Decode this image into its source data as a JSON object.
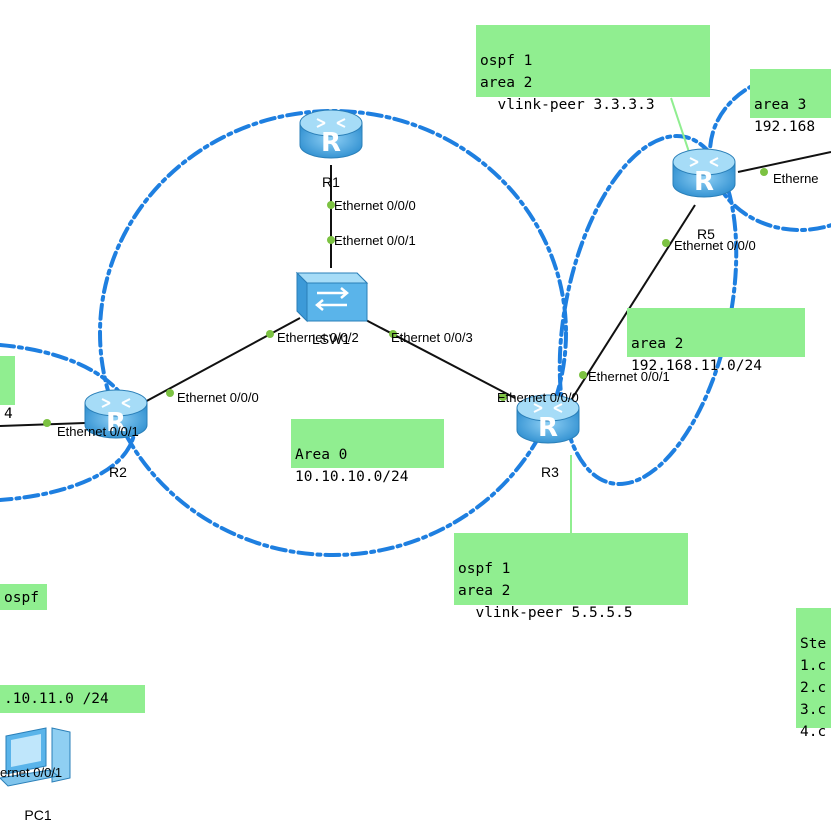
{
  "colors": {
    "area_ring": "#1e7fe0",
    "note_bg": "#90ee90",
    "link": "#111111",
    "port_dot": "#7cc242",
    "router_body": "#5ab4ea",
    "router_top": "#a6dcf7"
  },
  "devices": {
    "r1": {
      "label": "R1",
      "icon": "router-icon",
      "glyph": "R"
    },
    "r2": {
      "label": "R2",
      "icon": "router-icon",
      "glyph": "R"
    },
    "r3": {
      "label": "R3",
      "icon": "router-icon",
      "glyph": "R"
    },
    "r5": {
      "label": "R5",
      "icon": "router-icon",
      "glyph": "R"
    },
    "lsw1": {
      "label": "LSW1",
      "icon": "switch-icon"
    },
    "pc1": {
      "label": "PC1",
      "icon": "pc-icon"
    }
  },
  "ports": {
    "r1_down": "Ethernet 0/0/0",
    "lsw1_up": "Ethernet 0/0/1",
    "lsw1_left": "Ethernet 0/0/2",
    "lsw1_right": "Ethernet 0/0/3",
    "r2_right": "Ethernet 0/0/0",
    "r2_left": "Ethernet 0/0/1",
    "r3_left": "Ethernet 0/0/0",
    "r3_up": "Ethernet 0/0/1",
    "r5_down": "Ethernet 0/0/0",
    "r5_right": "Etherne",
    "pc1_port": "ernet 0/0/1"
  },
  "notes": {
    "r5_config": {
      "lines": [
        "ospf 1",
        "area 2",
        "  vlink-peer 3.3.3.3"
      ]
    },
    "area3": {
      "lines": [
        "area 3",
        "192.168"
      ]
    },
    "area2": {
      "lines": [
        "area 2",
        "192.168.11.0/24"
      ]
    },
    "area0": {
      "lines": [
        "Area 0",
        "10.10.10.0/24"
      ]
    },
    "r3_config": {
      "lines": [
        "ospf 1",
        "area 2",
        "  vlink-peer 5.5.5.5"
      ]
    },
    "left_upper": {
      "lines": [
        "",
        "4"
      ]
    },
    "left_ospf": {
      "lines": [
        "ospf"
      ]
    },
    "left_subnet": {
      "lines": [
        ".10.11.0 /24"
      ]
    },
    "steps": {
      "lines": [
        "Ste",
        "1.c",
        "2.c",
        "3.c",
        "4.c"
      ]
    }
  }
}
